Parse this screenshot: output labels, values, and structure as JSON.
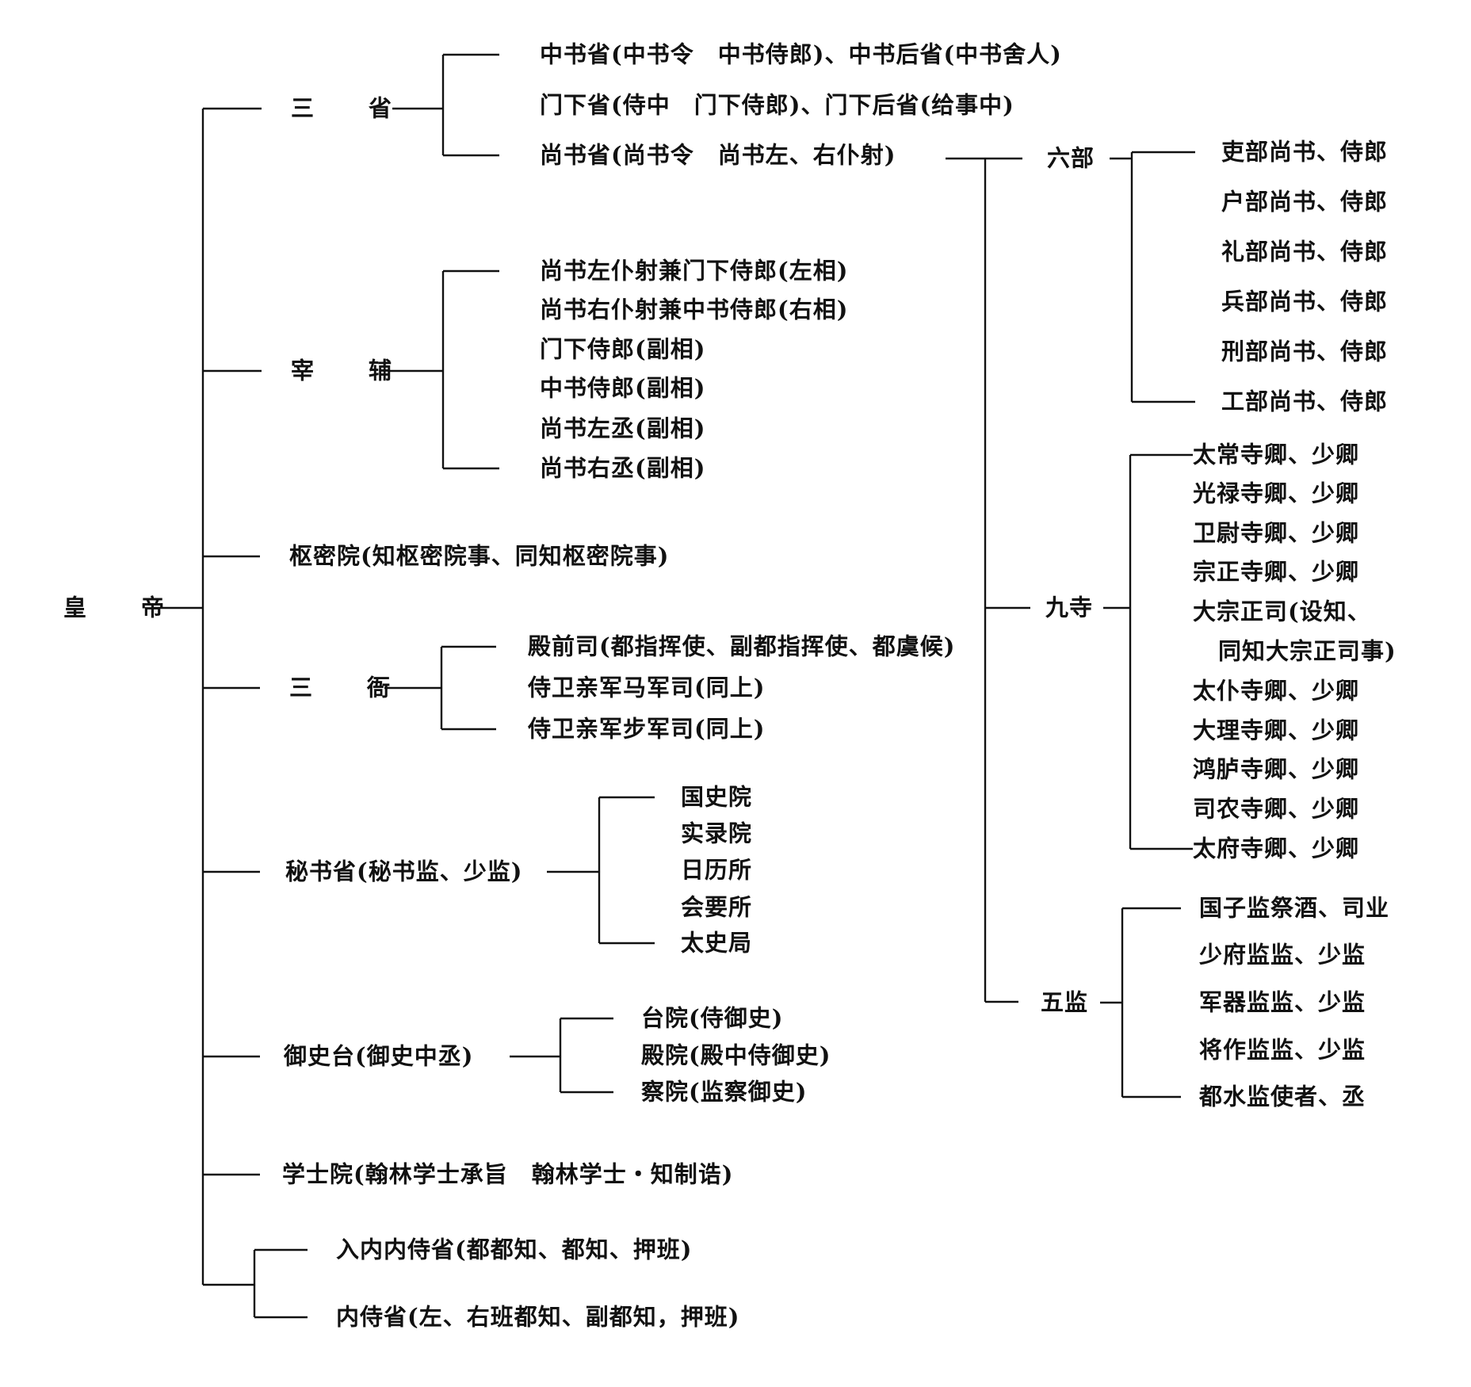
{
  "root": {
    "label": "皇　帝"
  },
  "branches": [
    {
      "id": "sansheng",
      "label": "三　省",
      "children": [
        "中书省(中书令　中书侍郎)、中书后省(中书舍人)",
        "门下省(侍中　门下侍郎)、门下后省(给事中)",
        "尚书省(尚书令　尚书左、右仆射)"
      ]
    },
    {
      "id": "zaifu",
      "label": "宰　辅",
      "children": [
        "尚书左仆射兼门下侍郎(左相)",
        "尚书右仆射兼中书侍郎(右相)",
        "门下侍郎(副相)",
        "中书侍郎(副相)",
        "尚书左丞(副相)",
        "尚书右丞(副相)"
      ]
    },
    {
      "id": "shumiyuan",
      "label": "枢密院(知枢密院事、同知枢密院事)",
      "children": []
    },
    {
      "id": "sanya",
      "label": "三　衙",
      "children": [
        "殿前司(都指挥使、副都指挥使、都虞候)",
        "侍卫亲军马军司(同上)",
        "侍卫亲军步军司(同上)"
      ]
    },
    {
      "id": "mishusheng",
      "label": "秘书省(秘书监、少监)",
      "children": [
        "国史院",
        "实录院",
        "日历所",
        "会要所",
        "太史局"
      ]
    },
    {
      "id": "yushitai",
      "label": "御史台(御史中丞)",
      "children": [
        "台院(侍御史)",
        "殿院(殿中侍御史)",
        "察院(监察御史)"
      ]
    },
    {
      "id": "xueshiyuan",
      "label": "学士院(翰林学士承旨　翰林学士・知制诰)",
      "children": []
    },
    {
      "id": "neishi",
      "label": "",
      "children": [
        "入内内侍省(都都知、都知、押班)",
        "内侍省(左、右班都知、副都知，押班)"
      ]
    }
  ],
  "shangshu_subordinates": [
    {
      "id": "liubu",
      "label": "六部",
      "children": [
        "吏部尚书、侍郎",
        "户部尚书、侍郎",
        "礼部尚书、侍郎",
        "兵部尚书、侍郎",
        "刑部尚书、侍郎",
        "工部尚书、侍郎"
      ]
    },
    {
      "id": "jiusi",
      "label": "九寺",
      "children": [
        "太常寺卿、少卿",
        "光禄寺卿、少卿",
        "卫尉寺卿、少卿",
        "宗正寺卿、少卿",
        "大宗正司(设知、",
        "同知大宗正司事)",
        "太仆寺卿、少卿",
        "大理寺卿、少卿",
        "鸿胪寺卿、少卿",
        "司农寺卿、少卿",
        "太府寺卿、少卿"
      ]
    },
    {
      "id": "wujian",
      "label": "五监",
      "children": [
        "国子监祭酒、司业",
        "少府监监、少监",
        "军器监监、少监",
        "将作监监、少监",
        "都水监使者、丞"
      ]
    }
  ]
}
